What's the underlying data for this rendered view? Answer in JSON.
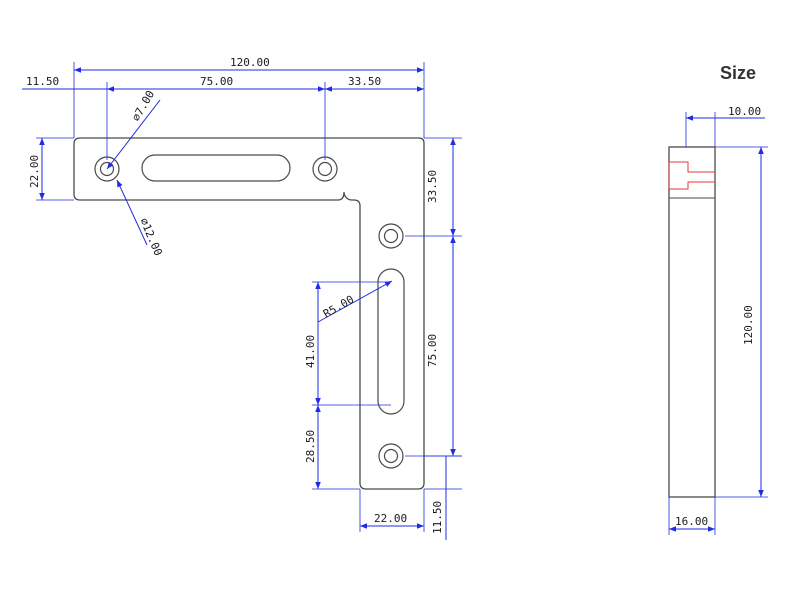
{
  "title": "Size",
  "dimensions": {
    "overall_width": "120.00",
    "hole_offset_left": "11.50",
    "hole_spacing_top": "75.00",
    "hole_offset_corner": "33.50",
    "small_hole_dia": "⌀7.00",
    "counterbore_dia": "⌀12.00",
    "arm_width_left": "22.00",
    "vertical_offset_corner": "33.50",
    "slot_radius": "R5.00",
    "slot_length": "41.00",
    "vertical_hole_spacing": "75.00",
    "slot_offset_bottom": "28.50",
    "arm_width_bottom": "22.00",
    "hole_offset_bottom": "11.50",
    "side_counterbore_depth": "10.00",
    "side_height": "120.00",
    "side_thickness": "16.00"
  },
  "colors": {
    "dimension_line": "#1f2ce0",
    "outline": "#4a4a4a",
    "section_hatch": "#e23a3a"
  }
}
